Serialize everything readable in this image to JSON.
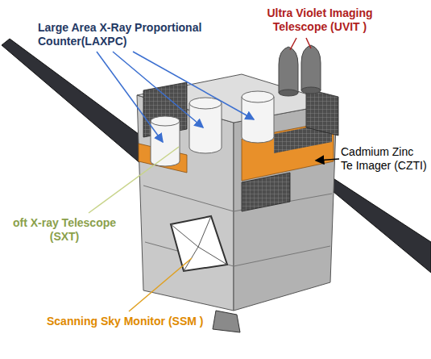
{
  "diagram": {
    "labels": [
      "Large Area X-Ray Proportional Counter(LAXPC)",
      "Ultra Violet Imaging Telescope (UVIT )",
      "Cadmium Zinc Te Imager (CZTI)",
      "oft X-ray Telescope (SXT)",
      "Scanning Sky Monitor (SSM )"
    ]
  }
}
